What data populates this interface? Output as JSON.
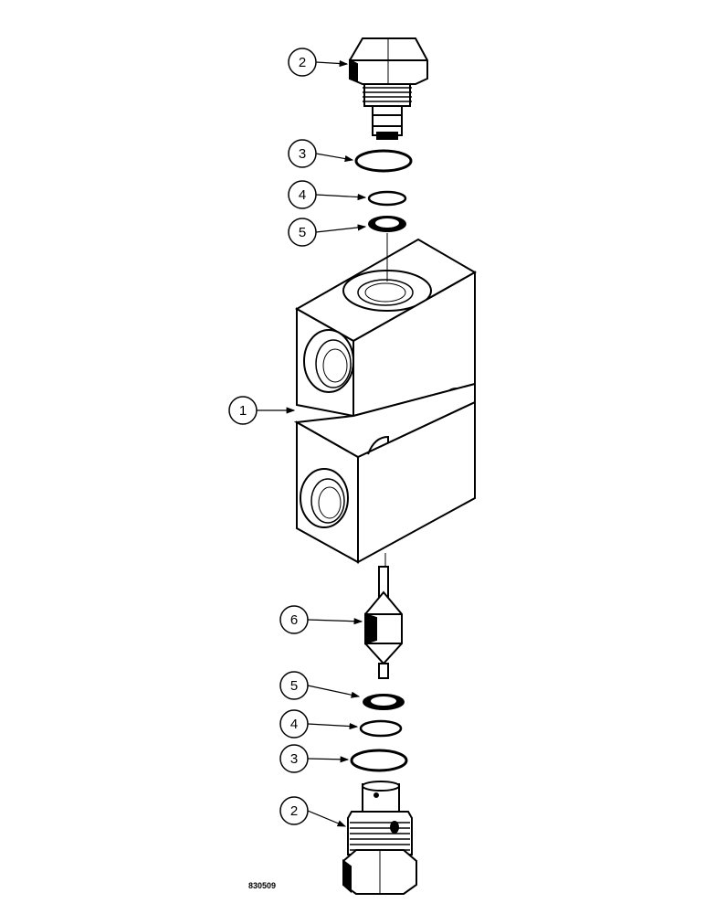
{
  "figure_number": "830509",
  "callouts": [
    {
      "id": "callout-1",
      "number": "1",
      "part": "valve body"
    },
    {
      "id": "callout-2-top",
      "number": "2",
      "part": "plug"
    },
    {
      "id": "callout-3-top",
      "number": "3",
      "part": "o-ring"
    },
    {
      "id": "callout-4-top",
      "number": "4",
      "part": "o-ring"
    },
    {
      "id": "callout-5-top",
      "number": "5",
      "part": "backup ring"
    },
    {
      "id": "callout-6",
      "number": "6",
      "part": "check poppet"
    },
    {
      "id": "callout-5-bottom",
      "number": "5",
      "part": "backup ring"
    },
    {
      "id": "callout-4-bottom",
      "number": "4",
      "part": "o-ring"
    },
    {
      "id": "callout-3-bottom",
      "number": "3",
      "part": "o-ring"
    },
    {
      "id": "callout-2-bottom",
      "number": "2",
      "part": "plug"
    }
  ]
}
